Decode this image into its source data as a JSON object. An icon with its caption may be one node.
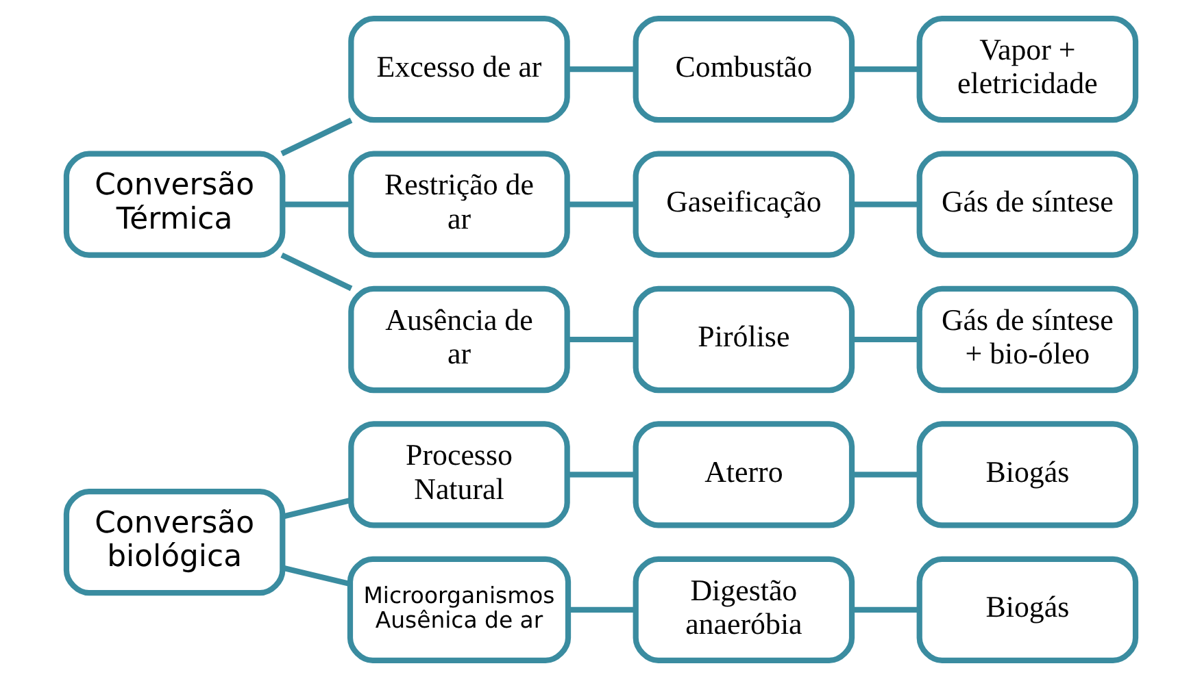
{
  "diagram": {
    "nodes": [
      {
        "text": [
          "Conversão biológica"
        ]
      },
      {
        "text": [
          "Processo Natural"
        ]
      },
      {
        "text": [
          "Aterro"
        ]
      },
      {
        "text": [
          "Biogás"
        ]
      },
      {
        "text": [
          "Microorganismos Ausênica de ar"
        ]
      },
      {
        "text": [
          "Digestão anaeróbia"
        ]
      },
      {
        "text": [
          "Biogás"
        ]
      },
      {
        "text": [
          "Conversão Térmica"
        ]
      },
      {
        "text": [
          "Excesso de ar"
        ]
      },
      {
        "text": [
          "Combustão"
        ]
      },
      {
        "text": [
          "Vapor + eletricidade"
        ]
      },
      {
        "text": [
          "Restrição de ar"
        ]
      },
      {
        "text": [
          "Gaseificação"
        ]
      },
      {
        "text": [
          "Gás de síntese"
        ]
      },
      {
        "text": [
          "Ausência de ar"
        ]
      },
      {
        "text": [
          "Pirólise"
        ]
      },
      {
        "text": [
          "Gás de síntese + bio-óleo"
        ]
      }
    ],
    "edges": [
      {
        "from": 0,
        "to": 1,
        "arrow": "none"
      },
      {
        "from": 0,
        "to": 4,
        "arrow": "none"
      },
      {
        "from": 1,
        "to": 2,
        "arrow": "none"
      },
      {
        "from": 2,
        "to": 3,
        "arrow": "none"
      },
      {
        "from": 4,
        "to": 5,
        "arrow": "none"
      },
      {
        "from": 5,
        "to": 6,
        "arrow": "none"
      },
      {
        "from": 7,
        "to": 8,
        "arrow": "none"
      },
      {
        "from": 7,
        "to": 11,
        "arrow": "none"
      },
      {
        "from": 7,
        "to": 14,
        "arrow": "none"
      },
      {
        "from": 8,
        "to": 9,
        "arrow": "none"
      },
      {
        "from": 9,
        "to": 10,
        "arrow": "none"
      },
      {
        "from": 11,
        "to": 12,
        "arrow": "none"
      },
      {
        "from": 12,
        "to": 13,
        "arrow": "none"
      },
      {
        "from": 14,
        "to": 15,
        "arrow": "none"
      },
      {
        "from": 15,
        "to": 16,
        "arrow": "none"
      }
    ]
  }
}
